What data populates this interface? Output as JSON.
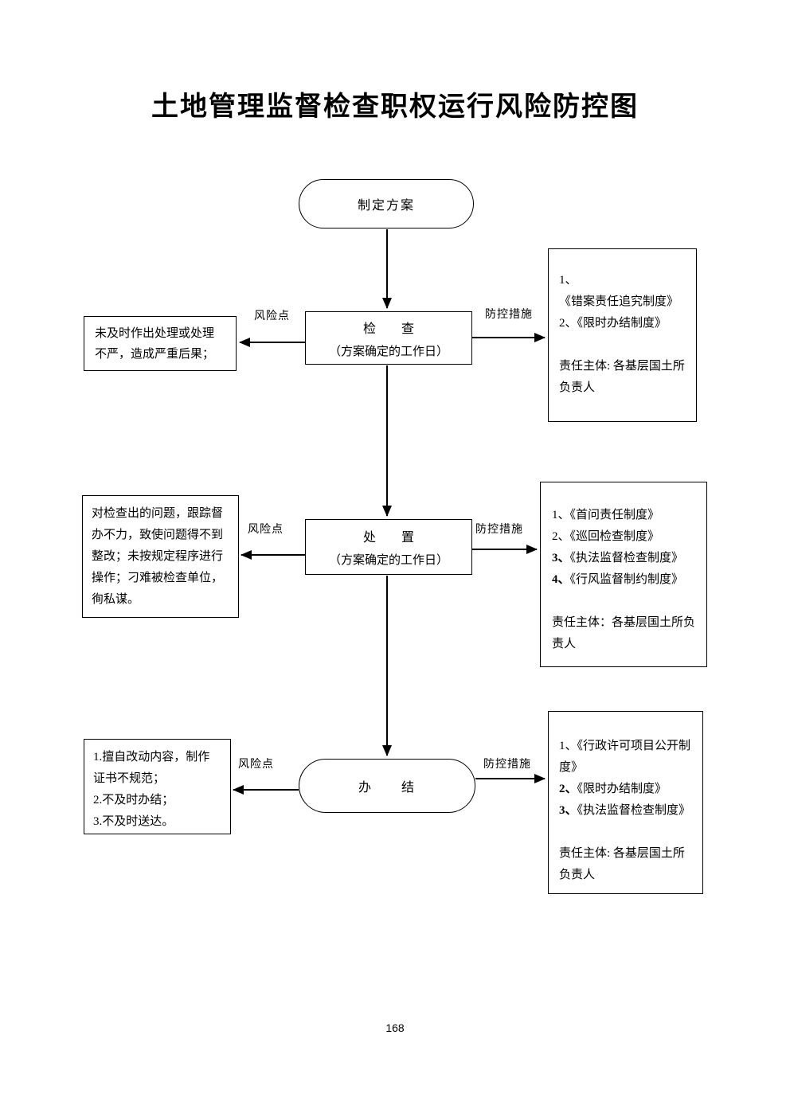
{
  "page": {
    "title": "土地管理监督检查职权运行风险防控图",
    "page_number": "168"
  },
  "labels": {
    "risk_point": "风险点",
    "control_measures": "防控措施"
  },
  "flow": {
    "start_label": "制定方案",
    "steps": [
      {
        "name": "检　　查",
        "subtitle": "（方案确定的工作日）",
        "risk": "未及时作出处理或处理不严，造成严重后果；",
        "controls": [
          {
            "num": "1、",
            "text": "《错案责任追究制度》"
          },
          {
            "num": "2、",
            "text": "《限时办结制度》"
          }
        ],
        "owner": "责任主体: 各基层国土所负责人"
      },
      {
        "name": "处　　置",
        "subtitle": "（方案确定的工作日）",
        "risk": "对检查出的问题，跟踪督办不力，致使问题得不到整改；未按规定程序进行操作；刁难被检查单位，徇私谋。",
        "controls": [
          {
            "num": "1、",
            "text": "《首问责任制度》"
          },
          {
            "num": "2、",
            "text": "《巡回检查制度》"
          },
          {
            "num": "3、",
            "text": "《执法监督检查制度》"
          },
          {
            "num": "4、",
            "text": "《行风监督制约制度》"
          }
        ],
        "owner": "责任主体：各基层国土所负责人"
      },
      {
        "name": "办　　结",
        "risks": [
          "1.擅自改动内容，制作证书不规范；",
          "2.不及时办结；",
          "3.不及时送达。"
        ],
        "controls": [
          {
            "num": "1、",
            "text": "《行政许可项目公开制度》"
          },
          {
            "num": "2、",
            "text": "《限时办结制度》"
          },
          {
            "num": "3、",
            "text": "《执法监督检查制度》"
          }
        ],
        "owner": "责任主体: 各基层国土所负责人"
      }
    ]
  }
}
